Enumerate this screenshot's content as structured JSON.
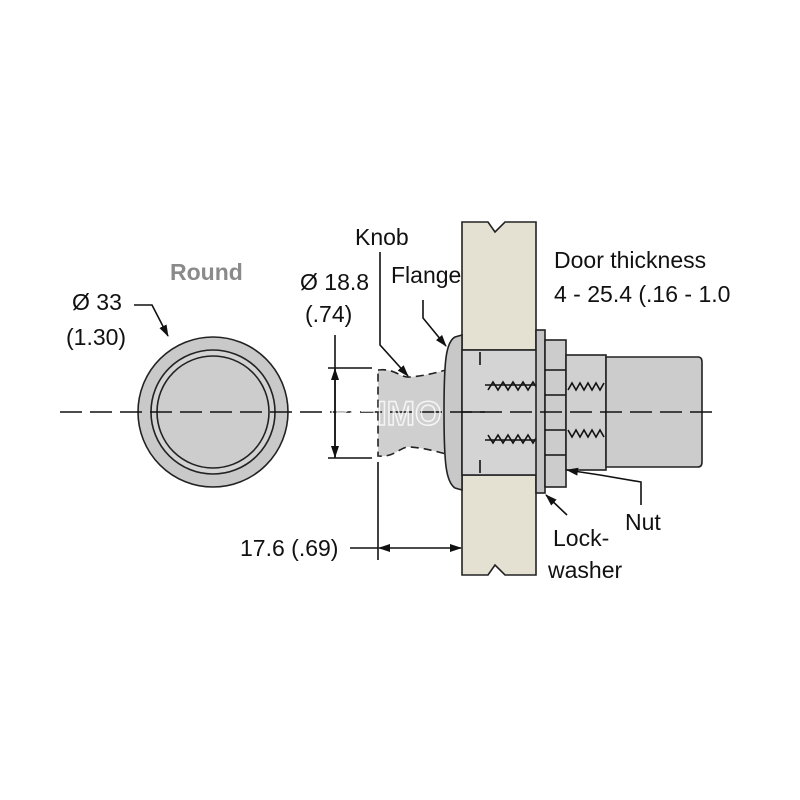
{
  "diagram": {
    "round_view": {
      "title": "Round",
      "diameter_mm": "Ø 33",
      "diameter_in": "(1.30)"
    },
    "side_view": {
      "knob_label": "Knob",
      "knob_diameter_mm": "Ø 18.8",
      "knob_diameter_in": "(.74)",
      "flange_label": "Flange",
      "door_thickness_label": "Door thickness",
      "door_thickness_range": "4 - 25.4 (.16 - 1.0",
      "projection": "17.6 (.69)",
      "lockwasher_label_1": "Lock-",
      "lockwasher_label_2": "washer",
      "nut_label": "Nut"
    },
    "watermark": "REIMO",
    "colors": {
      "part": "#cfcfcf",
      "door": "#e4e0d2",
      "title": "#8a8a8a"
    }
  }
}
